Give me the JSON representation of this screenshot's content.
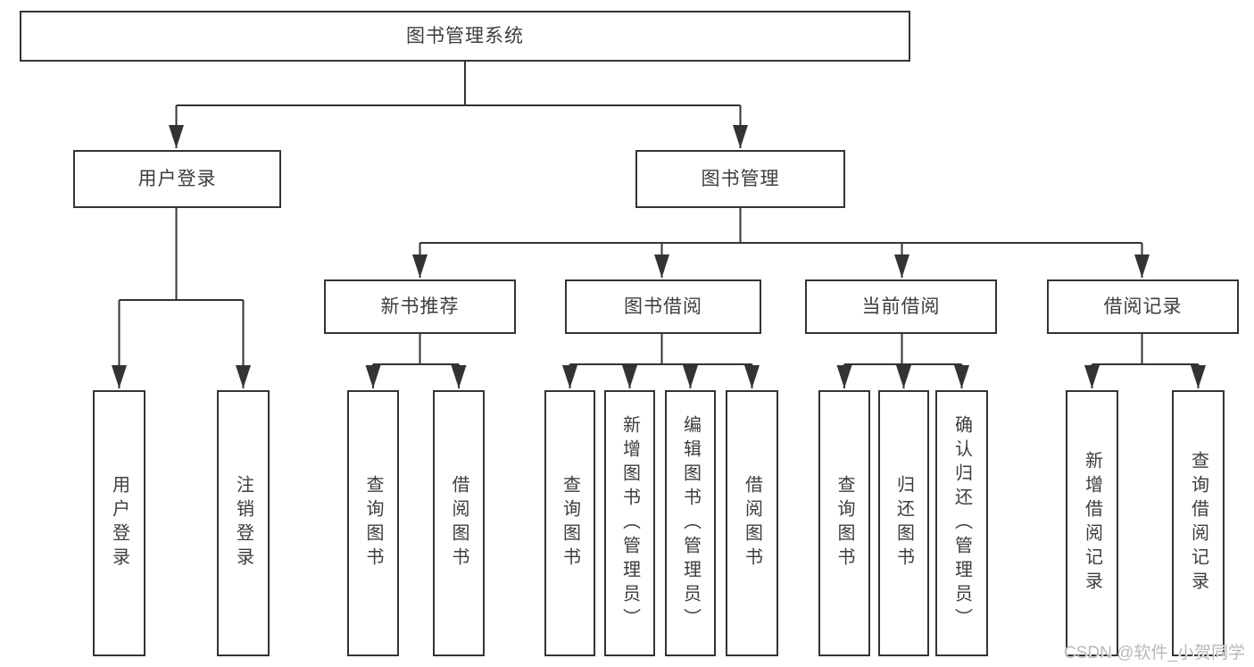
{
  "tree": {
    "label": "图书管理系统",
    "children": [
      {
        "label": "用户登录",
        "children": [
          {
            "label": "用户登录"
          },
          {
            "label": "注销登录"
          }
        ]
      },
      {
        "label": "图书管理",
        "children": [
          {
            "label": "新书推荐",
            "children": [
              {
                "label": "查询图书"
              },
              {
                "label": "借阅图书"
              }
            ]
          },
          {
            "label": "图书借阅",
            "children": [
              {
                "label": "查询图书"
              },
              {
                "label": "新增图书（管理员）"
              },
              {
                "label": "编辑图书（管理员）"
              },
              {
                "label": "借阅图书"
              }
            ]
          },
          {
            "label": "当前借阅",
            "children": [
              {
                "label": "查询图书"
              },
              {
                "label": "归还图书"
              },
              {
                "label": "确认归还（管理员）"
              }
            ]
          },
          {
            "label": "借阅记录",
            "children": [
              {
                "label": "新增借阅记录"
              },
              {
                "label": "查询借阅记录"
              }
            ]
          }
        ]
      }
    ]
  },
  "watermark": {
    "text": "CSDN @软件_小贺同学"
  },
  "colors": {
    "line": "#333333",
    "text": "#3d3d3d",
    "background": "#ffffff",
    "watermark": "#b8b8b8"
  }
}
